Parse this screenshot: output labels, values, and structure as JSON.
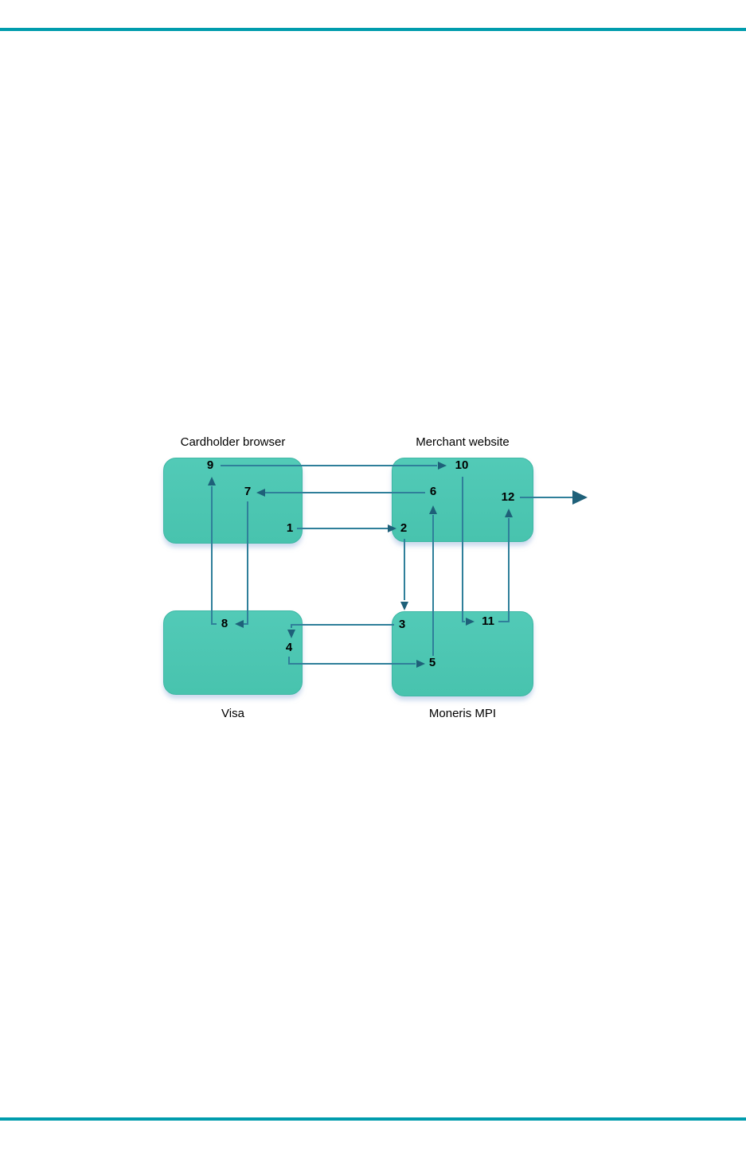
{
  "document": {
    "rule_color": "#009cad",
    "background_color": "#ffffff"
  },
  "diagram": {
    "nodes": [
      {
        "id": "cardholder-browser",
        "label": "Cardholder browser"
      },
      {
        "id": "merchant-website",
        "label": "Merchant website"
      },
      {
        "id": "visa",
        "label": "Visa"
      },
      {
        "id": "moneris-mpi",
        "label": "Moneris MPI"
      }
    ],
    "steps": [
      {
        "label": "1"
      },
      {
        "label": "2"
      },
      {
        "label": "3"
      },
      {
        "label": "4"
      },
      {
        "label": "5"
      },
      {
        "label": "6"
      },
      {
        "label": "7"
      },
      {
        "label": "8"
      },
      {
        "label": "9"
      },
      {
        "label": "10"
      },
      {
        "label": "11"
      },
      {
        "label": "12"
      }
    ],
    "flow": [
      "1: Cardholder browser to Merchant website",
      "2-3: Merchant website down to Moneris MPI",
      "3-4: Moneris MPI to Visa",
      "4-5: Visa to Moneris MPI",
      "5-6: Moneris MPI up to Merchant website",
      "6-7: Merchant website to Cardholder browser",
      "7-8: Cardholder browser down to Visa",
      "8-9: Visa up to Cardholder browser",
      "9-10: Cardholder browser to Merchant website",
      "10-11: Merchant website down to Moneris MPI",
      "11-12: Moneris MPI up to Merchant website",
      "12: Merchant website out to the right"
    ],
    "colors": {
      "node_fill": "#49c5b0",
      "connector_line": "#2f7f9a",
      "arrowhead": "#1e6079",
      "step_text": "#000000",
      "label_text": "#000000"
    }
  }
}
